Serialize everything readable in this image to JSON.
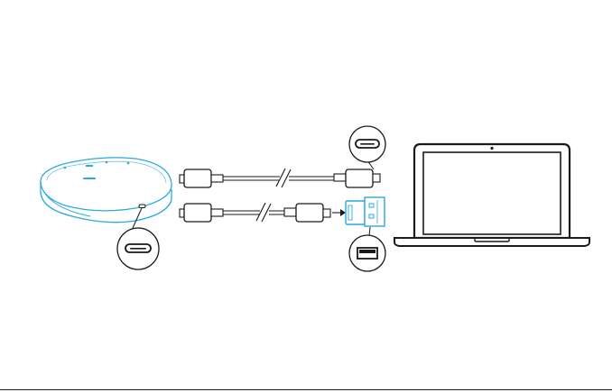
{
  "diagram": {
    "type": "connection-illustration",
    "device": {
      "name_icon": "speakerphone-device",
      "button_icons": [
        "volume-down-icon",
        "mute-icon",
        "call-icon",
        "volume-up-icon"
      ],
      "port_icon": "usb-c-port"
    },
    "cables": [
      {
        "name": "usb-c-to-usb-c-cable",
        "ends": [
          "usb-c-plug",
          "usb-c-plug"
        ]
      },
      {
        "name": "usb-c-to-usb-a-cable",
        "ends": [
          "usb-c-plug",
          "usb-c-plug-with-usb-a-adapter"
        ]
      }
    ],
    "callouts": [
      "usb-c-port-callout",
      "usb-c-port-callout",
      "usb-a-port-callout"
    ],
    "target": "laptop",
    "colors": {
      "line": "#1a1a1a",
      "accent": "#29a9e0",
      "background": "#ffffff"
    }
  }
}
